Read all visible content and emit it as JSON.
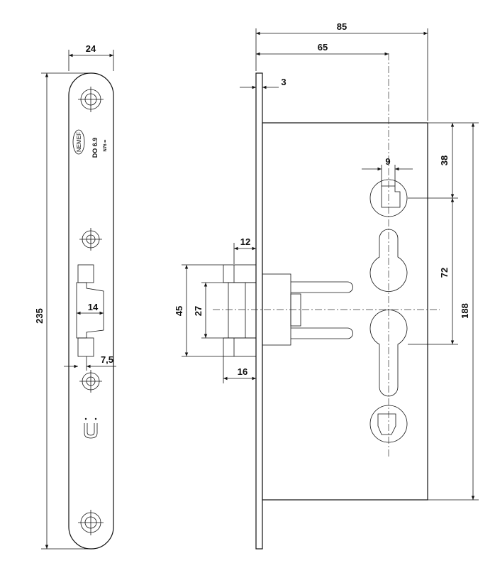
{
  "faceplate": {
    "brand": "NEMEF",
    "model": "DO 6.9",
    "marking": "N76 ••",
    "magnet_symbol": "U"
  },
  "dimensions": {
    "faceplate_width": "24",
    "faceplate_height": "235",
    "latch_width": "14",
    "latch_offset": "7,5",
    "total_depth": "85",
    "backset": "65",
    "plate_thickness": "3",
    "spindle_width": "9",
    "top_to_spindle": "38",
    "spindle_to_cylinder": "72",
    "case_height": "188",
    "latch_projection": "12",
    "bolt_projection": "16",
    "latch_total_height": "45",
    "latch_head_height": "27"
  }
}
